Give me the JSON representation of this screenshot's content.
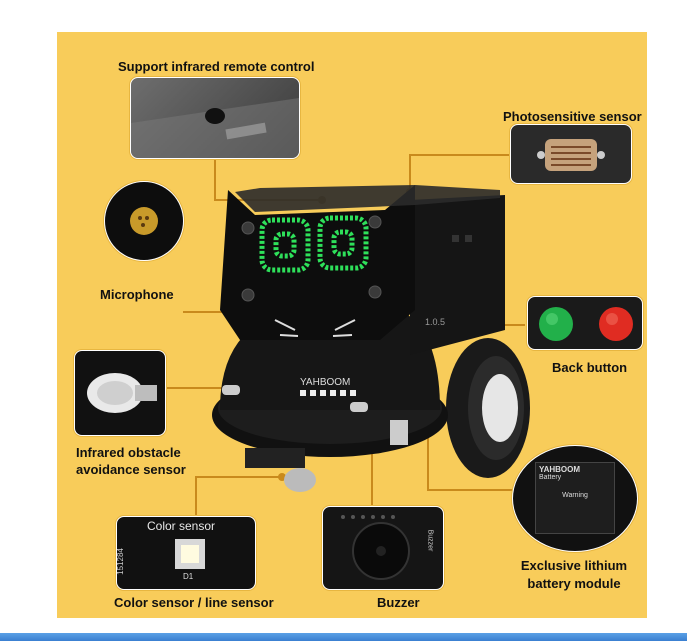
{
  "labels": {
    "ir_remote": "Support infrared remote control",
    "photosensitive": "Photosensitive sensor",
    "microphone": "Microphone",
    "back_button": "Back button",
    "ir_obstacle_line1": "Infrared obstacle",
    "ir_obstacle_line2": "avoidance sensor",
    "battery_line1": "Exclusive lithium",
    "battery_line2": "battery module",
    "color_sensor": "Color sensor / line sensor",
    "buzzer": "Buzzer"
  },
  "inset_text": {
    "color_sensor_title": "Color sensor",
    "color_sensor_side": "151284",
    "color_sensor_chip": "D1",
    "battery_brand": "YAHBOOM",
    "battery_title": "Battery",
    "battery_warning": "Warning",
    "buzzer_mark": "Buzzer",
    "robot_brand": "YAHBOOM",
    "robot_version": "1.0.5"
  },
  "colors": {
    "background": "#f8cc5a",
    "leader_line": "#c98a1c",
    "eye_led": "#2ee05a",
    "green_button": "#22b04a",
    "red_button": "#e02c22"
  }
}
